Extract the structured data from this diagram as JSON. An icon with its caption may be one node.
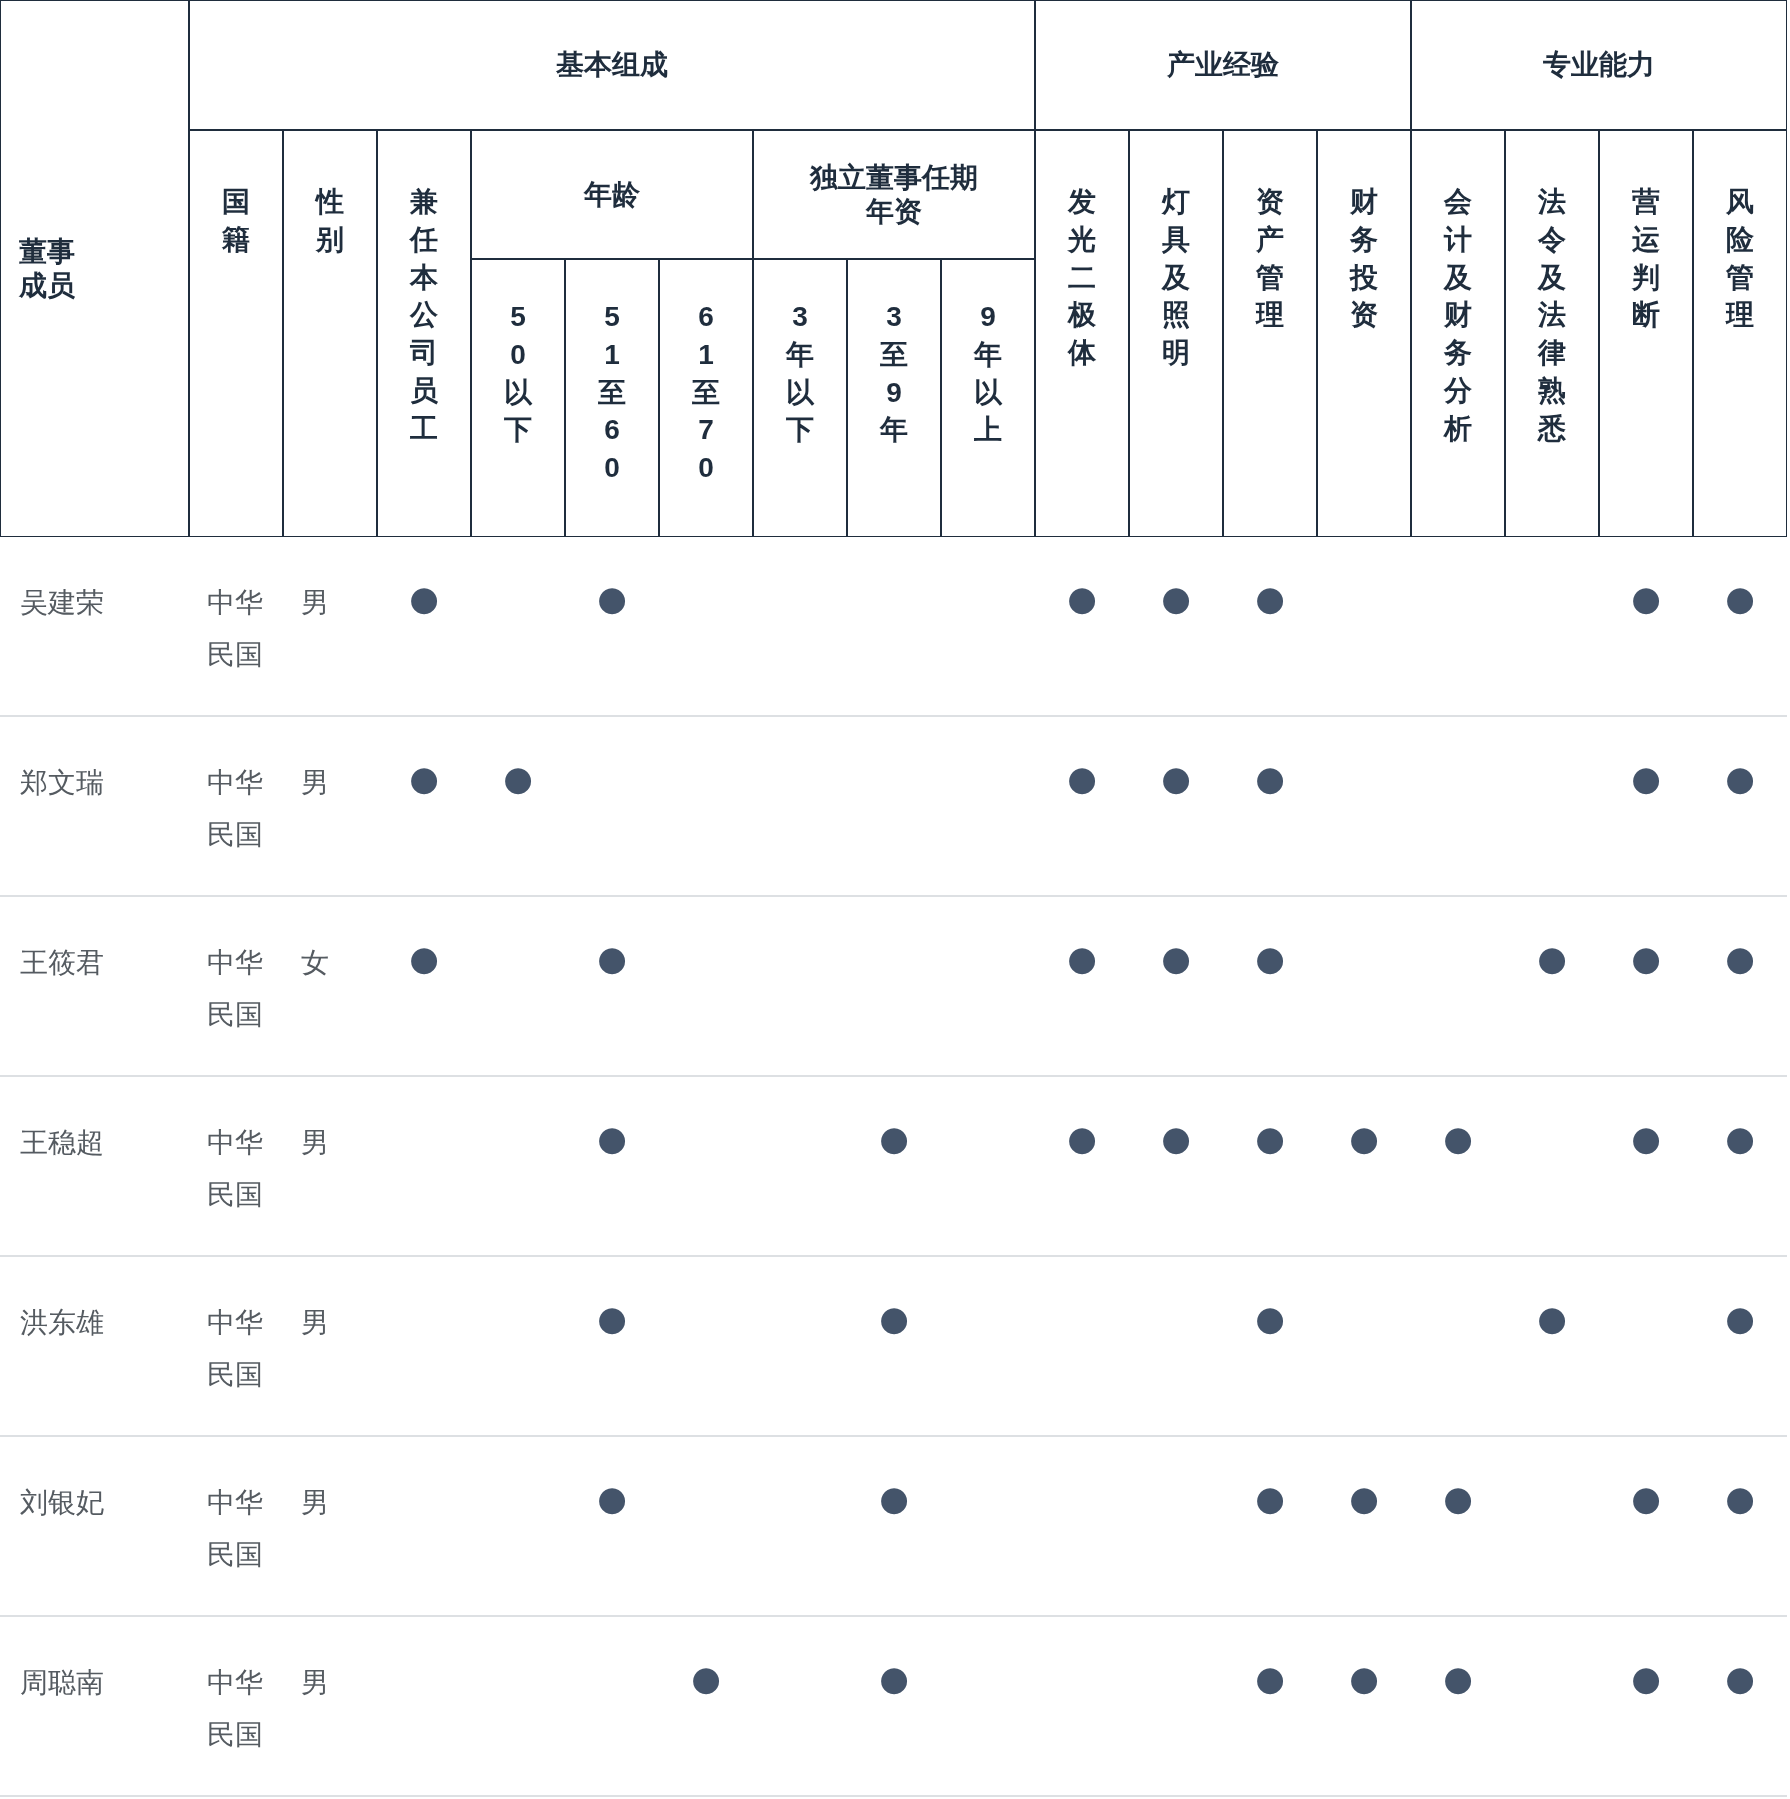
{
  "diagram": {
    "labels": [
      "董事成员",
      "基本组成",
      "产业经验",
      "专业能力",
      "国籍",
      "性别",
      "兼任本公司员工",
      "年龄",
      "独立董事任期年资",
      "发光二极体",
      "灯具及照明",
      "资产管理",
      "财务投资",
      "会计及财务分析",
      "法令及法律熟悉",
      "营运判断",
      "风险管理",
      "50以下",
      "51至60",
      "61至70",
      "3年以下",
      "3至9年",
      "9年以上",
      "吴建荣",
      "中华民国",
      "男",
      "●",
      "●",
      "●",
      "●",
      "●",
      "●",
      "●",
      "郑文瑞",
      "中华民国",
      "男",
      "●",
      "●",
      "●",
      "●",
      "●",
      "●",
      "●",
      "王筱君",
      "中华民国",
      "女",
      "●",
      "●",
      "●",
      "●",
      "●",
      "●",
      "●",
      "●",
      "王稳超",
      "中华民国",
      "男",
      "●",
      "●",
      "●",
      "●",
      "●",
      "●",
      "●",
      "●",
      "●",
      "洪东雄",
      "中华民国",
      "男",
      "●",
      "●",
      "●",
      "●",
      "●",
      "刘银妃",
      "中华民国",
      "男",
      "●",
      "●",
      "●",
      "●",
      "●",
      "●",
      "●",
      "周聪南",
      "中华民国",
      "男",
      "●",
      "●",
      "●",
      "●",
      "●",
      "●",
      "●"
    ]
  }
}
